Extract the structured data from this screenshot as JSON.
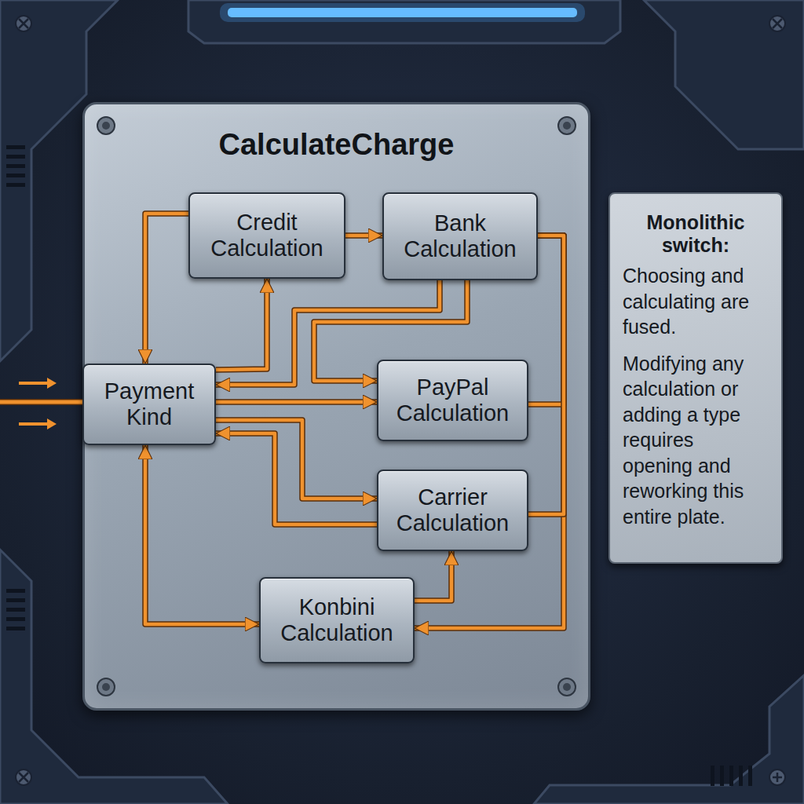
{
  "diagram": {
    "nodes": [
      {
        "text": [
          "CalculateCharge"
        ]
      },
      {
        "text": [
          "Credit Calculation"
        ],
        "in": 0
      },
      {
        "text": [
          "Bank Calculation"
        ],
        "in": 0
      },
      {
        "text": [
          "Payment Kind"
        ],
        "in": 0
      },
      {
        "text": [
          "PayPal Calculation"
        ],
        "in": 0
      },
      {
        "text": [
          "Carrier Calculation"
        ],
        "in": 0
      },
      {
        "text": [
          "Konbini Calculation"
        ],
        "in": 0
      },
      {
        "text": [
          "Monolithic switch:",
          "Choosing and calculating are fused.",
          "Modifying any calculation or adding a type requires opening and reworking this entire plate."
        ]
      }
    ],
    "edges": [
      {
        "from": 1,
        "to": 2,
        "arrow": "to"
      },
      {
        "from": 1,
        "to": 3,
        "arrow": "to"
      },
      {
        "from": 3,
        "to": 1,
        "arrow": "to"
      },
      {
        "from": 2,
        "to": 4,
        "arrow": "to"
      },
      {
        "from": 2,
        "to": 3,
        "arrow": "to"
      },
      {
        "from": 3,
        "to": 4,
        "arrow": "to"
      },
      {
        "from": 3,
        "to": 5,
        "arrow": "to"
      },
      {
        "from": 5,
        "to": 3,
        "arrow": "to"
      },
      {
        "from": 6,
        "to": 5,
        "arrow": "to"
      },
      {
        "from": 3,
        "to": 6,
        "arrow": "both"
      },
      {
        "from": 2,
        "to": 6,
        "arrow": "to"
      },
      {
        "from": 2,
        "to": 4,
        "arrow": "none"
      },
      {
        "from": 2,
        "to": 5,
        "arrow": "none"
      }
    ]
  }
}
